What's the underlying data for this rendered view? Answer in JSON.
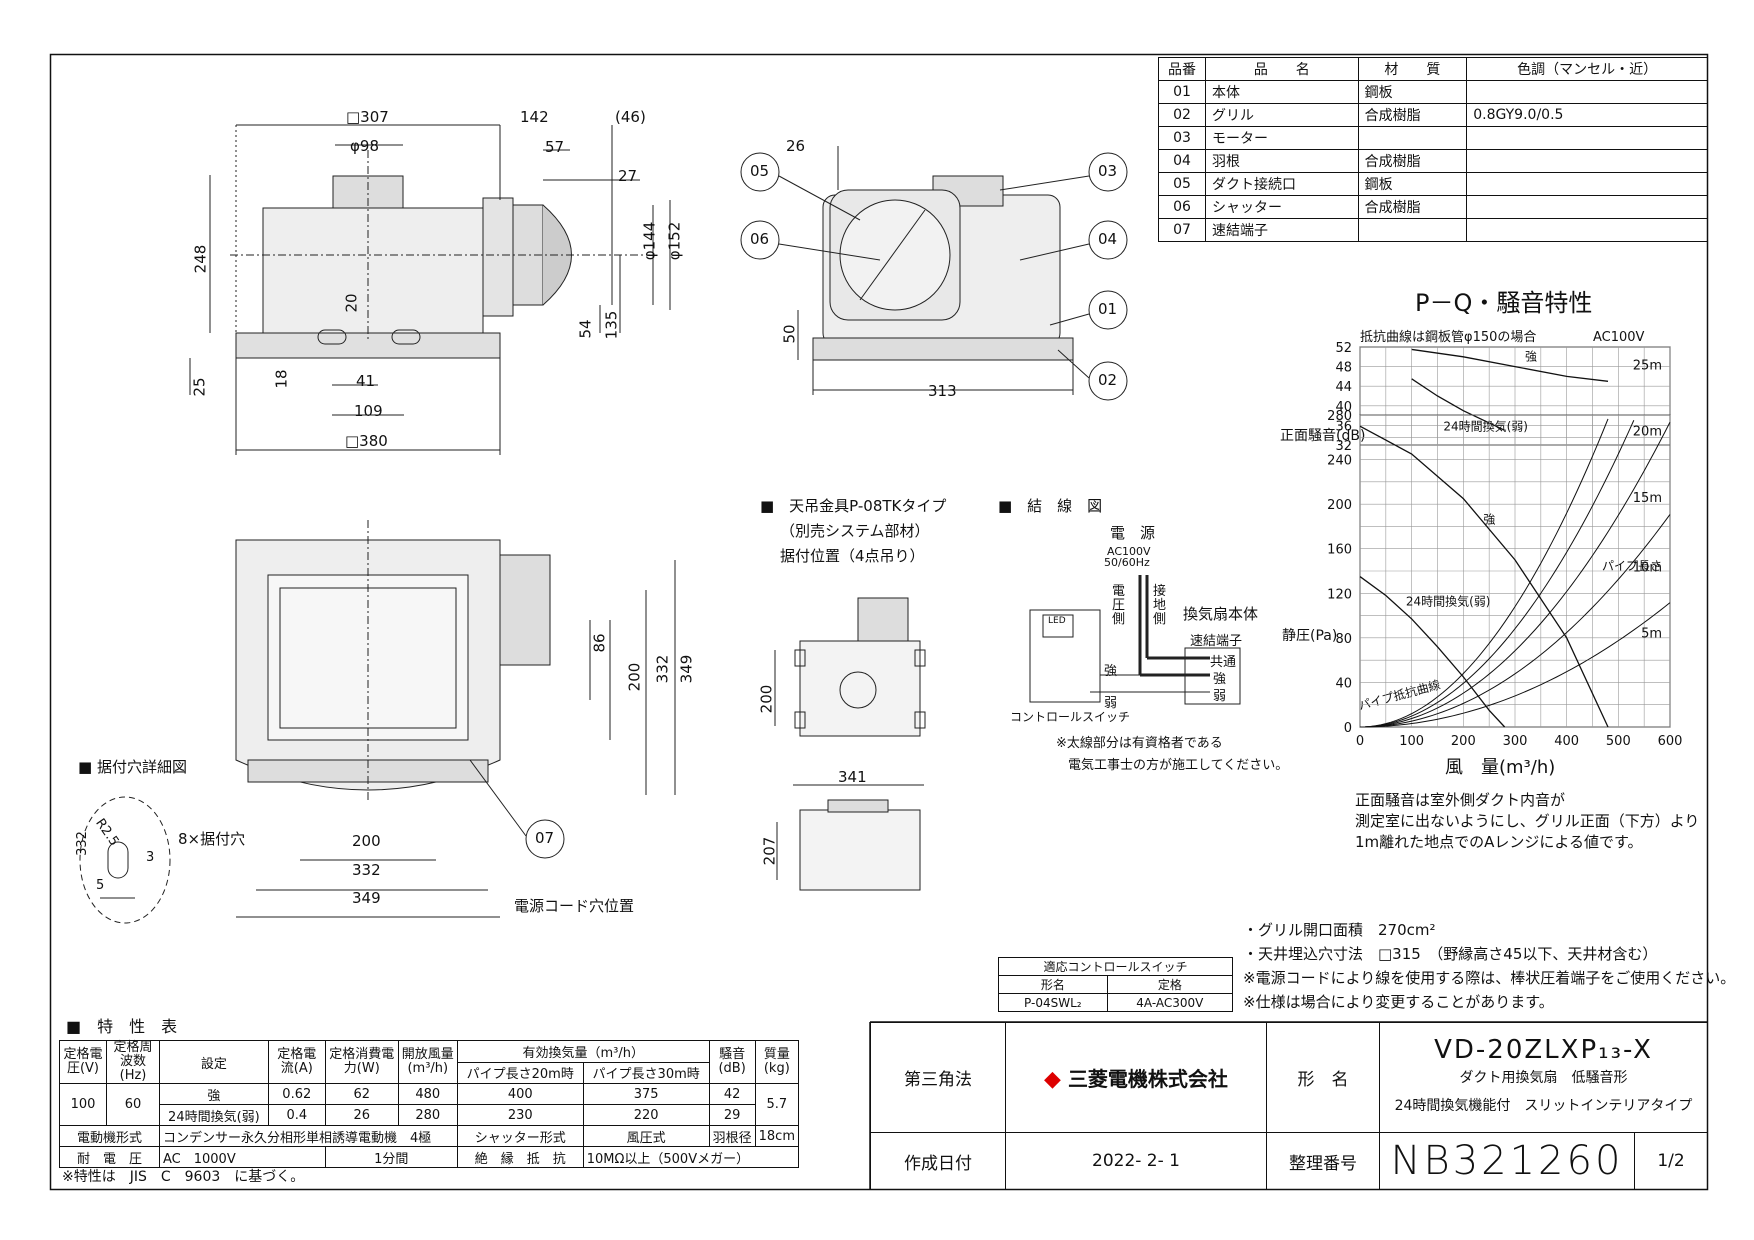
{
  "parts_table": {
    "headers": [
      "品番",
      "品　　名",
      "材　　質",
      "色調（マンセル・近）"
    ],
    "rows": [
      {
        "no": "01",
        "name": "本体",
        "material": "鋼板",
        "color": ""
      },
      {
        "no": "02",
        "name": "グリル",
        "material": "合成樹脂",
        "color": "0.8GY9.0/0.5"
      },
      {
        "no": "03",
        "name": "モーター",
        "material": "",
        "color": ""
      },
      {
        "no": "04",
        "name": "羽根",
        "material": "合成樹脂",
        "color": ""
      },
      {
        "no": "05",
        "name": "ダクト接続口",
        "material": "鋼板",
        "color": ""
      },
      {
        "no": "06",
        "name": "シャッター",
        "material": "合成樹脂",
        "color": ""
      },
      {
        "no": "07",
        "name": "速結端子",
        "material": "",
        "color": ""
      }
    ]
  },
  "dimensions": {
    "front": [
      "□307",
      "142",
      "(46)",
      "φ98",
      "57",
      "27",
      "φ144",
      "φ152",
      "248",
      "20",
      "54",
      "135",
      "25",
      "18",
      "41",
      "109",
      "□380"
    ],
    "side": [
      "26",
      "50",
      "313"
    ],
    "bottom": [
      "86",
      "200",
      "332",
      "349",
      "200",
      "332",
      "349"
    ],
    "mount": [
      "200",
      "341",
      "207"
    ],
    "hole": [
      "332",
      "R2.5",
      "3",
      "5"
    ]
  },
  "callouts": [
    "05",
    "06",
    "03",
    "04",
    "01",
    "02",
    "07"
  ],
  "labels": {
    "hanger_title": "■　天吊金具P-08TKタイプ",
    "hanger_sub1": "（別売システム部材）",
    "hanger_sub2": "据付位置（4点吊り）",
    "wiring_title": "■　結　線　図",
    "hole_title": "■ 据付穴詳細図",
    "hole_count": "8×据付穴",
    "cord_hole": "電源コード穴位置"
  },
  "wiring": {
    "power": "電　源",
    "voltage": "AC100V",
    "freq": "50/60Hz",
    "side_voltage": "電圧側",
    "side_ground": "接地側",
    "unit": "換気扇本体",
    "terminal": "速結端子",
    "t1": "共通",
    "t2": "強",
    "t3": "弱",
    "strong": "強",
    "weak": "弱",
    "led": "LED",
    "switch": "コントロールスイッチ",
    "note1": "※太線部分は有資格者である",
    "note2": "電気工事士の方が施工してください。"
  },
  "chart_data": [
    {
      "type": "line",
      "title": "P－Q・騒音特性",
      "subtitle": "抵抗曲線は鋼板管φ150の場合",
      "condition": "AC100V",
      "ylabel": "正面騒音(dB)",
      "ylim": [
        32,
        52
      ],
      "yticks": [
        52,
        48,
        44,
        40,
        36,
        32
      ],
      "xlim": [
        0,
        600
      ],
      "series": [
        {
          "name": "強",
          "x": [
            100,
            200,
            300,
            400,
            480
          ],
          "y": [
            51.5,
            50,
            48,
            46,
            45
          ]
        },
        {
          "name": "24時間換気(弱)",
          "x": [
            100,
            150,
            200,
            250,
            280
          ],
          "y": [
            45.5,
            42,
            39,
            36.5,
            35
          ]
        }
      ]
    },
    {
      "type": "line",
      "ylabel": "静圧(Pa)",
      "xlabel": "風　量(m³/h)",
      "xlim": [
        0,
        600
      ],
      "ylim": [
        0,
        280
      ],
      "xticks": [
        0,
        100,
        200,
        300,
        400,
        500,
        600
      ],
      "yticks": [
        0,
        40,
        80,
        120,
        160,
        200,
        240,
        280
      ],
      "series": [
        {
          "name": "強",
          "x": [
            0,
            100,
            200,
            300,
            400,
            480
          ],
          "y": [
            270,
            245,
            205,
            150,
            80,
            0
          ]
        },
        {
          "name": "24時間換気(弱)",
          "x": [
            0,
            50,
            100,
            150,
            200,
            250,
            280
          ],
          "y": [
            135,
            118,
            97,
            72,
            45,
            15,
            0
          ]
        }
      ],
      "resistance": {
        "legend_title": "パイプ長さ",
        "label": "パイプ抵抗曲線",
        "curves": [
          {
            "name": "5m",
            "k": 0.00031
          },
          {
            "name": "10m",
            "k": 0.00053
          },
          {
            "name": "15m",
            "k": 0.00076
          },
          {
            "name": "20m",
            "k": 0.00098
          },
          {
            "name": "25m",
            "k": 0.0012
          }
        ]
      }
    }
  ],
  "pq_note": [
    "正面騒音は室外側ダクト内音が",
    "測定室に出ないようにし、グリル正面（下方）より",
    "1m離れた地点でのAレンジによる値です。"
  ],
  "notes": [
    "・グリル開口面積　270cm²",
    "・天井埋込穴寸法　□315　（野縁高さ45以下、天井材含む）",
    "※電源コードにより線を使用する際は、棒状圧着端子をご使用ください。",
    "※仕様は場合により変更することがあります。"
  ],
  "control_switch": {
    "title": "適応コントロールスイッチ",
    "col_model": "形名",
    "col_rating": "定格",
    "model": "P-04SWL₂",
    "rating": "4A-AC300V"
  },
  "characteristics": {
    "title": "■　特　性　表",
    "headers": [
      "定格電圧(V)",
      "定格周波数(Hz)",
      "設定",
      "定格電流(A)",
      "定格消費電力(W)",
      "開放風量(m³/h)",
      "有効換気量（m³/h）",
      "騒音(dB)",
      "質量(kg)"
    ],
    "sub_headers": [
      "パイプ長さ20m時",
      "パイプ長さ30m時"
    ],
    "voltage": "100",
    "frequency": "60",
    "mass": "5.7",
    "rows": [
      {
        "setting": "強",
        "current": "0.62",
        "power": "62",
        "airflow": "480",
        "eff20": "400",
        "eff30": "375",
        "noise": "42"
      },
      {
        "setting": "24時間換気(弱)",
        "current": "0.4",
        "power": "26",
        "airflow": "280",
        "eff20": "230",
        "eff30": "220",
        "noise": "29"
      }
    ],
    "motor_label": "電動機形式",
    "motor": "コンデンサー永久分相形単相誘導電動機　4極",
    "shutter_label": "シャッター形式",
    "shutter": "風圧式",
    "blade_label": "羽根径",
    "blade": "18cm",
    "withstand_label": "耐　電　圧",
    "withstand": "AC　1000V",
    "withstand_time": "1分間",
    "insulation_label": "絶　縁　抵　抗",
    "insulation": "10MΩ以上（500Vメガー）",
    "jis_note": "※特性は　JIS　C　9603　に基づく。"
  },
  "title_block": {
    "projection": "第三角法",
    "company": "三菱電機株式会社",
    "model_label": "形　名",
    "model": "VD-20ZLXP₁₃-X",
    "desc1": "ダクト用換気扇　低騒音形",
    "desc2": "24時間換気機能付　スリットインテリアタイプ",
    "date_label": "作成日付",
    "date": "2022- 2- 1",
    "number_label": "整理番号",
    "number": "NB321260",
    "sheet": "1/2"
  }
}
